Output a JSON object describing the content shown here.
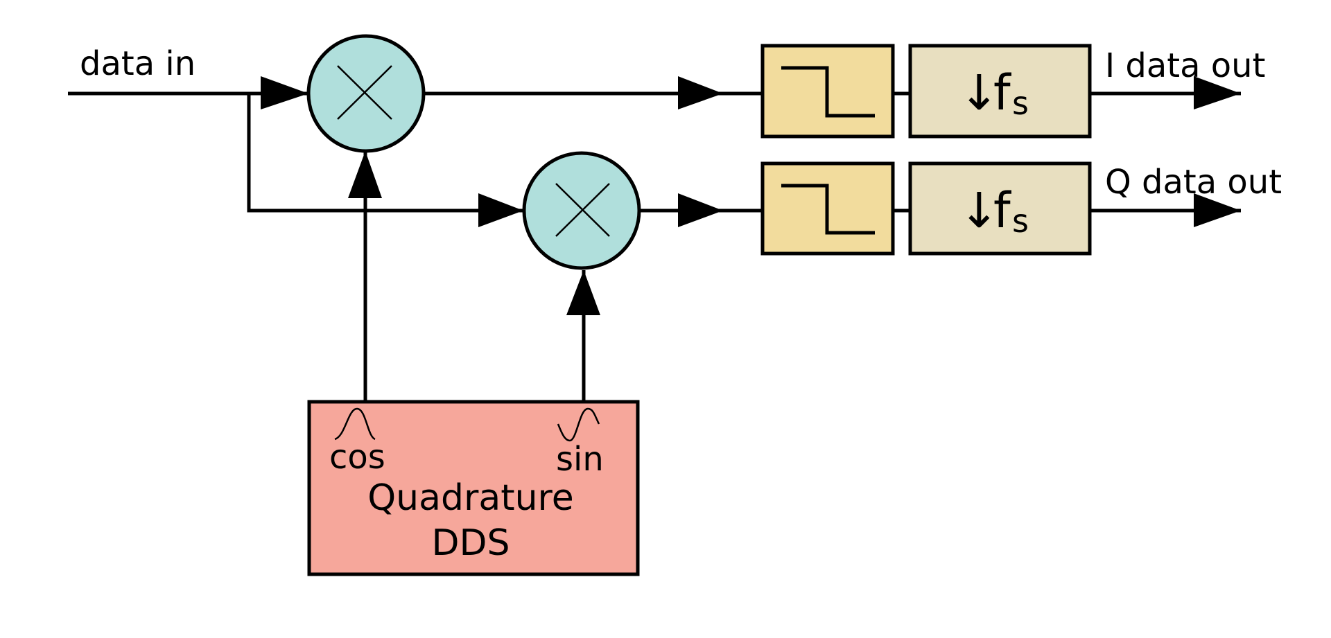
{
  "labels": {
    "data_in": "data in",
    "i_out": "I data out",
    "q_out": "Q data out"
  },
  "dds": {
    "cos_label": "cos",
    "sin_label": "sin",
    "title_line1": "Quadrature",
    "title_line2": "DDS"
  },
  "decimator": {
    "arrow": "↓",
    "f": "f",
    "sub": "s"
  },
  "colors": {
    "mixer_fill": "#b0dfdc",
    "lowpass_fill": "#f2dc9d",
    "decimator_fill": "#e8dfc0",
    "dds_fill": "#f6a79b",
    "line": "#000000"
  },
  "icons": {
    "mixer": "multiply-x-icon",
    "lowpass": "lowpass-filter-icon",
    "cos_wave": "cosine-wave-icon",
    "sin_wave": "sine-wave-icon"
  }
}
